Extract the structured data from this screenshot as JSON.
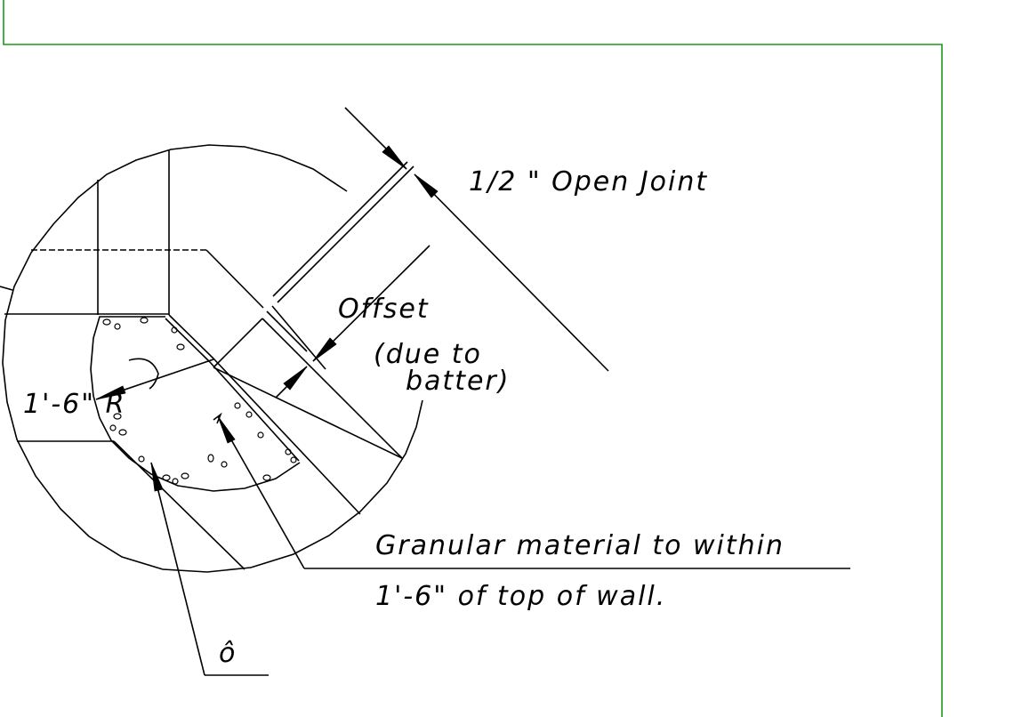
{
  "frame": {
    "color": "#1a9a1a"
  },
  "labels": {
    "open_joint": "1/2 \" Open Joint",
    "offset": "Offset",
    "due_to": "(due to",
    "batter": "batter)",
    "radius": "1'-6\" R",
    "granular_line1": "Granular material  to within",
    "granular_line2": "1'-6\" of top of wall.",
    "detail_mark": "ô"
  }
}
